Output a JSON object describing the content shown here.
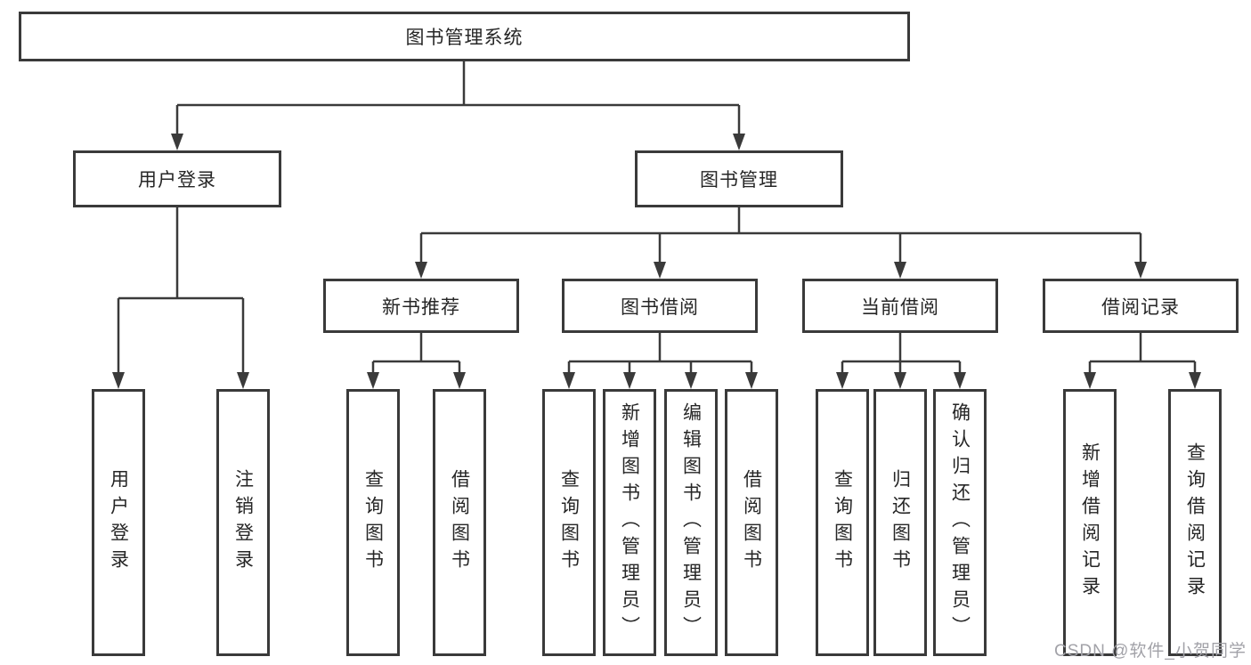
{
  "diagram": {
    "type": "tree",
    "root": {
      "label": "图书管理系统",
      "children": [
        {
          "label": "用户登录",
          "children": [
            {
              "label": "用户登录"
            },
            {
              "label": "注销登录"
            }
          ]
        },
        {
          "label": "图书管理",
          "children": [
            {
              "label": "新书推荐",
              "children": [
                {
                  "label": "查询图书"
                },
                {
                  "label": "借阅图书"
                }
              ]
            },
            {
              "label": "图书借阅",
              "children": [
                {
                  "label": "查询图书"
                },
                {
                  "label": "新增图书（管理员）"
                },
                {
                  "label": "编辑图书（管理员）"
                },
                {
                  "label": "借阅图书"
                }
              ]
            },
            {
              "label": "当前借阅",
              "children": [
                {
                  "label": "查询图书"
                },
                {
                  "label": "归还图书"
                },
                {
                  "label": "确认归还（管理员）"
                }
              ]
            },
            {
              "label": "借阅记录",
              "children": [
                {
                  "label": "新增借阅记录"
                },
                {
                  "label": "查询借阅记录"
                }
              ]
            }
          ]
        }
      ]
    }
  },
  "watermark": {
    "text": "CSDN @软件_小贺同学"
  },
  "colors": {
    "line": "#3a3a3a",
    "box_border": "#3a3a3a",
    "text": "#262626",
    "watermark": "#a2a2a8",
    "background": "#ffffff"
  }
}
